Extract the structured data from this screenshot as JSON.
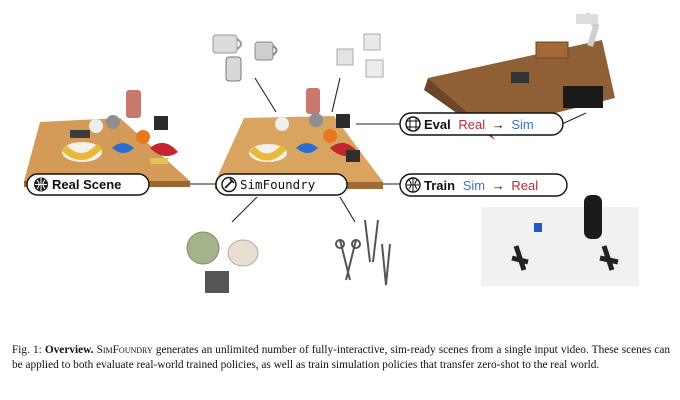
{
  "figure": {
    "labels": {
      "real_scene": "Real Scene",
      "simfoundry": "SimFoundry",
      "eval_word": "Eval",
      "eval_from": "Real",
      "eval_arrow": "→",
      "eval_to": "Sim",
      "train_word": "Train",
      "train_from": "Sim",
      "train_arrow": "→",
      "train_to": "Real"
    },
    "colors": {
      "real_accent": "#c2273a",
      "sim_accent": "#3d73c9",
      "table_wood": "#d49a57",
      "pill_border": "#111111"
    },
    "icons": [
      "globe-icon",
      "hammer-icon",
      "grid-globe-icon",
      "globe-icon"
    ]
  },
  "caption": {
    "fig_label": "Fig. 1:",
    "title": "Overview.",
    "name": "SimFoundry",
    "text": "generates an unlimited number of fully-interactive, sim-ready scenes from a single input video. These scenes can be applied to both evaluate real-world trained policies, as well as train simulation policies that transfer zero-shot to the real world."
  }
}
